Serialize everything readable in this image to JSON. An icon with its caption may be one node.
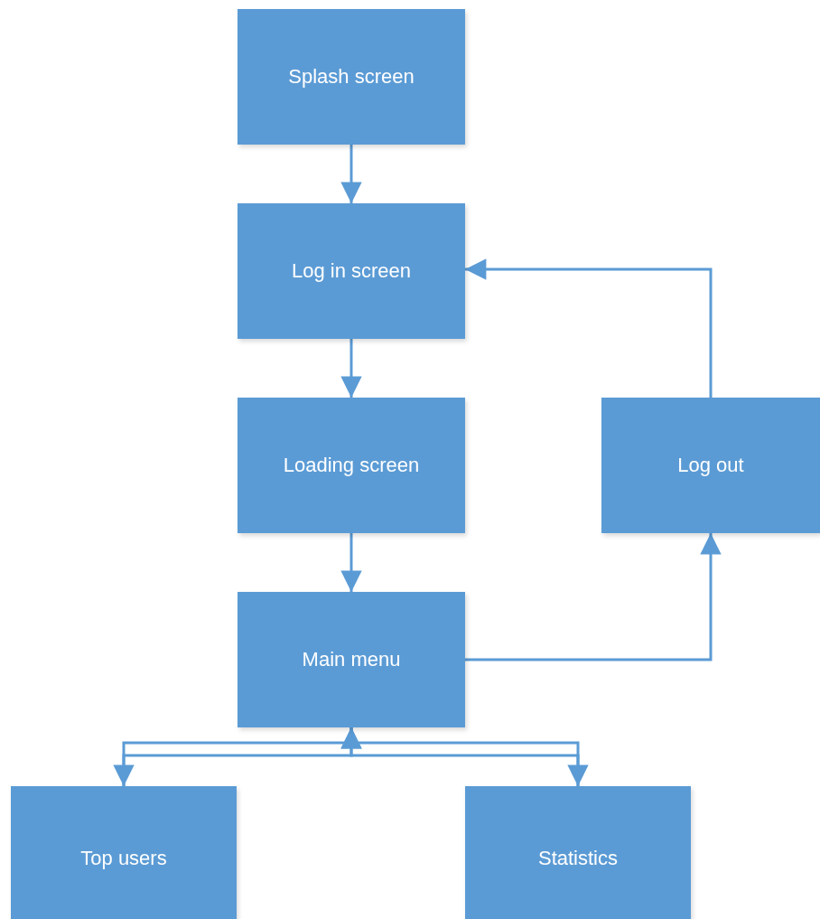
{
  "diagram": {
    "nodes": [
      {
        "text": [
          "Splash screen"
        ]
      },
      {
        "text": [
          "Log in screen"
        ]
      },
      {
        "text": [
          "Loading screen"
        ]
      },
      {
        "text": [
          "Main menu"
        ]
      },
      {
        "text": [
          "Log out"
        ]
      },
      {
        "text": [
          "Top users"
        ]
      },
      {
        "text": [
          "Statistics"
        ]
      }
    ],
    "edges": [
      {
        "from": 0,
        "to": 1,
        "arrow": "to"
      },
      {
        "from": 1,
        "to": 2,
        "arrow": "to"
      },
      {
        "from": 2,
        "to": 3,
        "arrow": "to"
      },
      {
        "from": 3,
        "to": 4,
        "arrow": "to"
      },
      {
        "from": 4,
        "to": 1,
        "arrow": "to"
      },
      {
        "from": 3,
        "to": 5,
        "arrow": "to"
      },
      {
        "from": 3,
        "to": 6,
        "arrow": "to"
      },
      {
        "from": 5,
        "to": 3,
        "arrow": "to"
      },
      {
        "from": 6,
        "to": 3,
        "arrow": "to"
      }
    ]
  }
}
